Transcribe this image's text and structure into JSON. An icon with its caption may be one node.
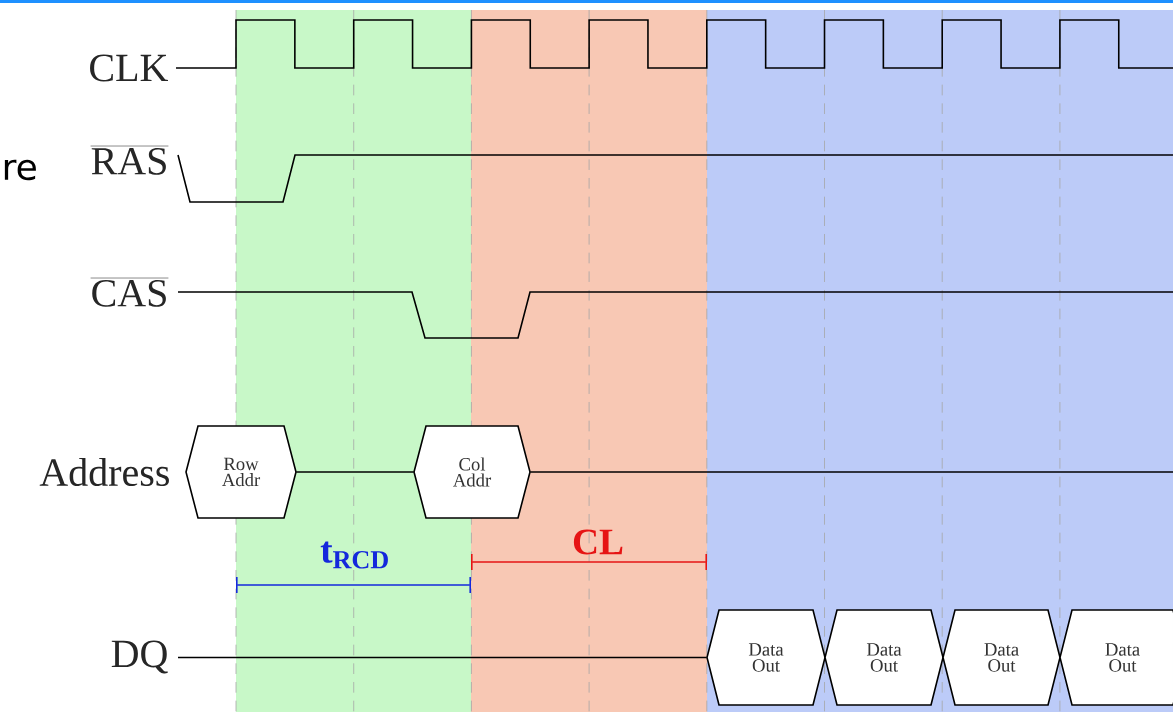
{
  "diagram": {
    "nodes": [
      {
        "text": [
          "Row Addr"
        ]
      },
      {
        "text": [
          "Col Addr"
        ]
      },
      {
        "text": [
          "Data Out"
        ]
      },
      {
        "text": [
          "Data Out"
        ]
      },
      {
        "text": [
          "Data Out"
        ]
      },
      {
        "text": [
          "Data Out"
        ]
      }
    ],
    "edges": [
      {
        "from": 0,
        "to": 1,
        "arrow": "none"
      },
      {
        "from": 1,
        "to": null,
        "arrow": "none"
      },
      {
        "from": null,
        "to": 2,
        "arrow": "none"
      }
    ],
    "labels": [
      "CLK",
      "re",
      "RAS",
      "CAS",
      "Address",
      "t$_{RCD}$",
      "CL",
      "DQ"
    ]
  }
}
